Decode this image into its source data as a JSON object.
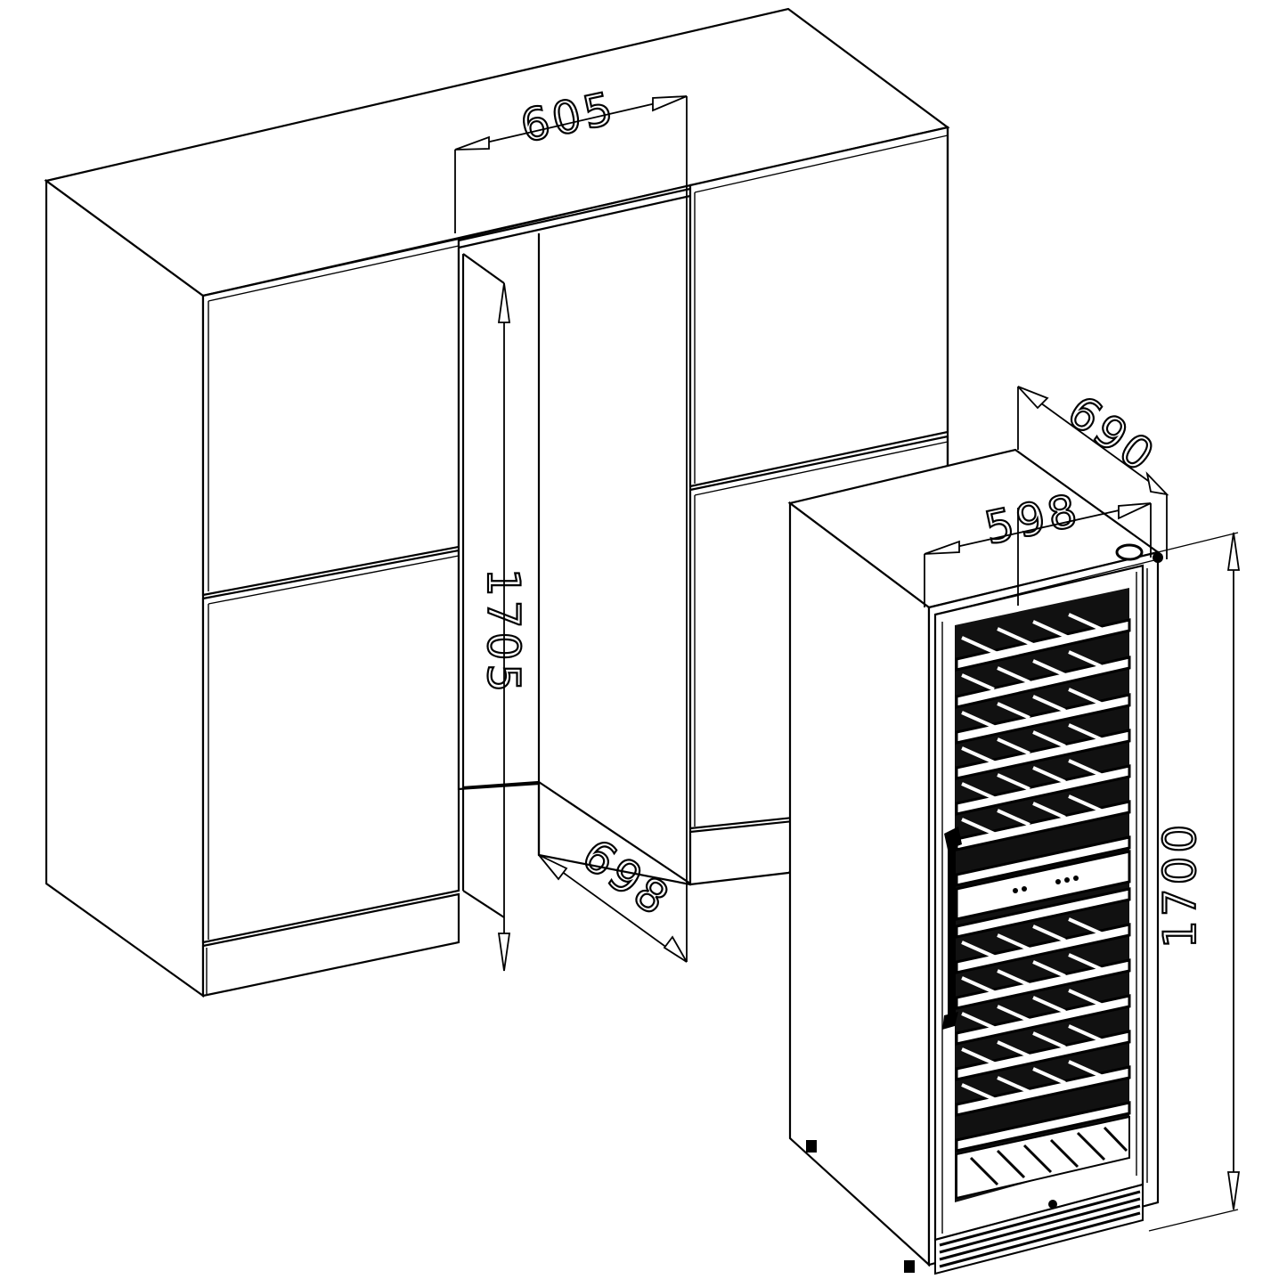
{
  "diagram": {
    "type": "built-in wine cooler installation drawing",
    "units": "mm",
    "niche": {
      "width_label": "605",
      "height_label": "1705",
      "depth_label": "698"
    },
    "appliance": {
      "depth_label": "690",
      "width_label": "598",
      "height_label": "1700",
      "shelves_upper_zone": 7,
      "shelves_lower_zone": 7,
      "control_panel": "display-panel",
      "handle": "vertical-door-handle",
      "vent": "bottom-front-grille"
    },
    "colors": {
      "line": "#000000",
      "background": "#ffffff"
    }
  }
}
